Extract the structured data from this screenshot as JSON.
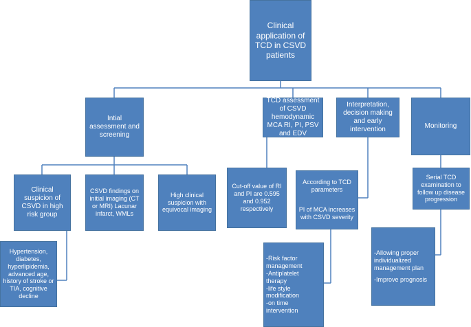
{
  "diagram": {
    "root": {
      "label": "Clinical application of TCD in CSVD patients"
    },
    "branches": [
      {
        "label": "Intial assessment and screening"
      },
      {
        "label": "TCD assessment of CSVD hemodynamic MCA RI, PI, PSV and EDV"
      },
      {
        "label": "Interpretation, decision making and early intervention"
      },
      {
        "label": "Monitoring"
      }
    ],
    "screening": [
      {
        "label": "Clinical suspicion of CSVD in high risk group"
      },
      {
        "label": "CSVD findings on initial imaging (CT or MRI) Lacunar infarct, WMLs"
      },
      {
        "label": "High clinical suspicion with equivocal imaging"
      }
    ],
    "risk_factors": {
      "label": "Hypertension, diabetes, hyperlipidemia, advanced age, history of stroke or TIA, cognitive decline"
    },
    "cutoff": {
      "label": "Cut-off value of RI and PI are 0.595 and 0.952 respectively"
    },
    "tcd_parameters": {
      "title": "According to TCD parameters",
      "detail": "PI of MCA increases with CSVD severity"
    },
    "interventions": {
      "items": [
        "-Risk factor management",
        "-Antiplatelet therapy",
        "-life style modification",
        "-on time intervention"
      ]
    },
    "serial": {
      "label": "Serial TCD examination to follow up disease progression"
    },
    "outcomes": {
      "items": [
        "-Allowing proper individualized management plan",
        "-Improve prognosis"
      ]
    }
  }
}
